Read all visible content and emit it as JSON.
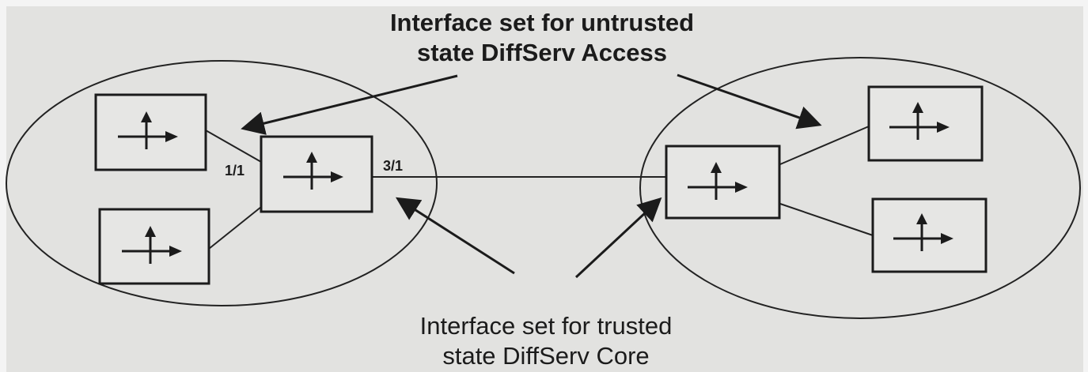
{
  "labels": {
    "untrusted_line1": "Interface set for untrusted",
    "untrusted_line2": "state DiffServ Access",
    "trusted_line1": "Interface set for trusted",
    "trusted_line2": "state DiffServ Core"
  },
  "ports": {
    "access_port": "1/1",
    "core_port": "3/1"
  },
  "icons": {
    "router": "router-arrows-icon"
  }
}
